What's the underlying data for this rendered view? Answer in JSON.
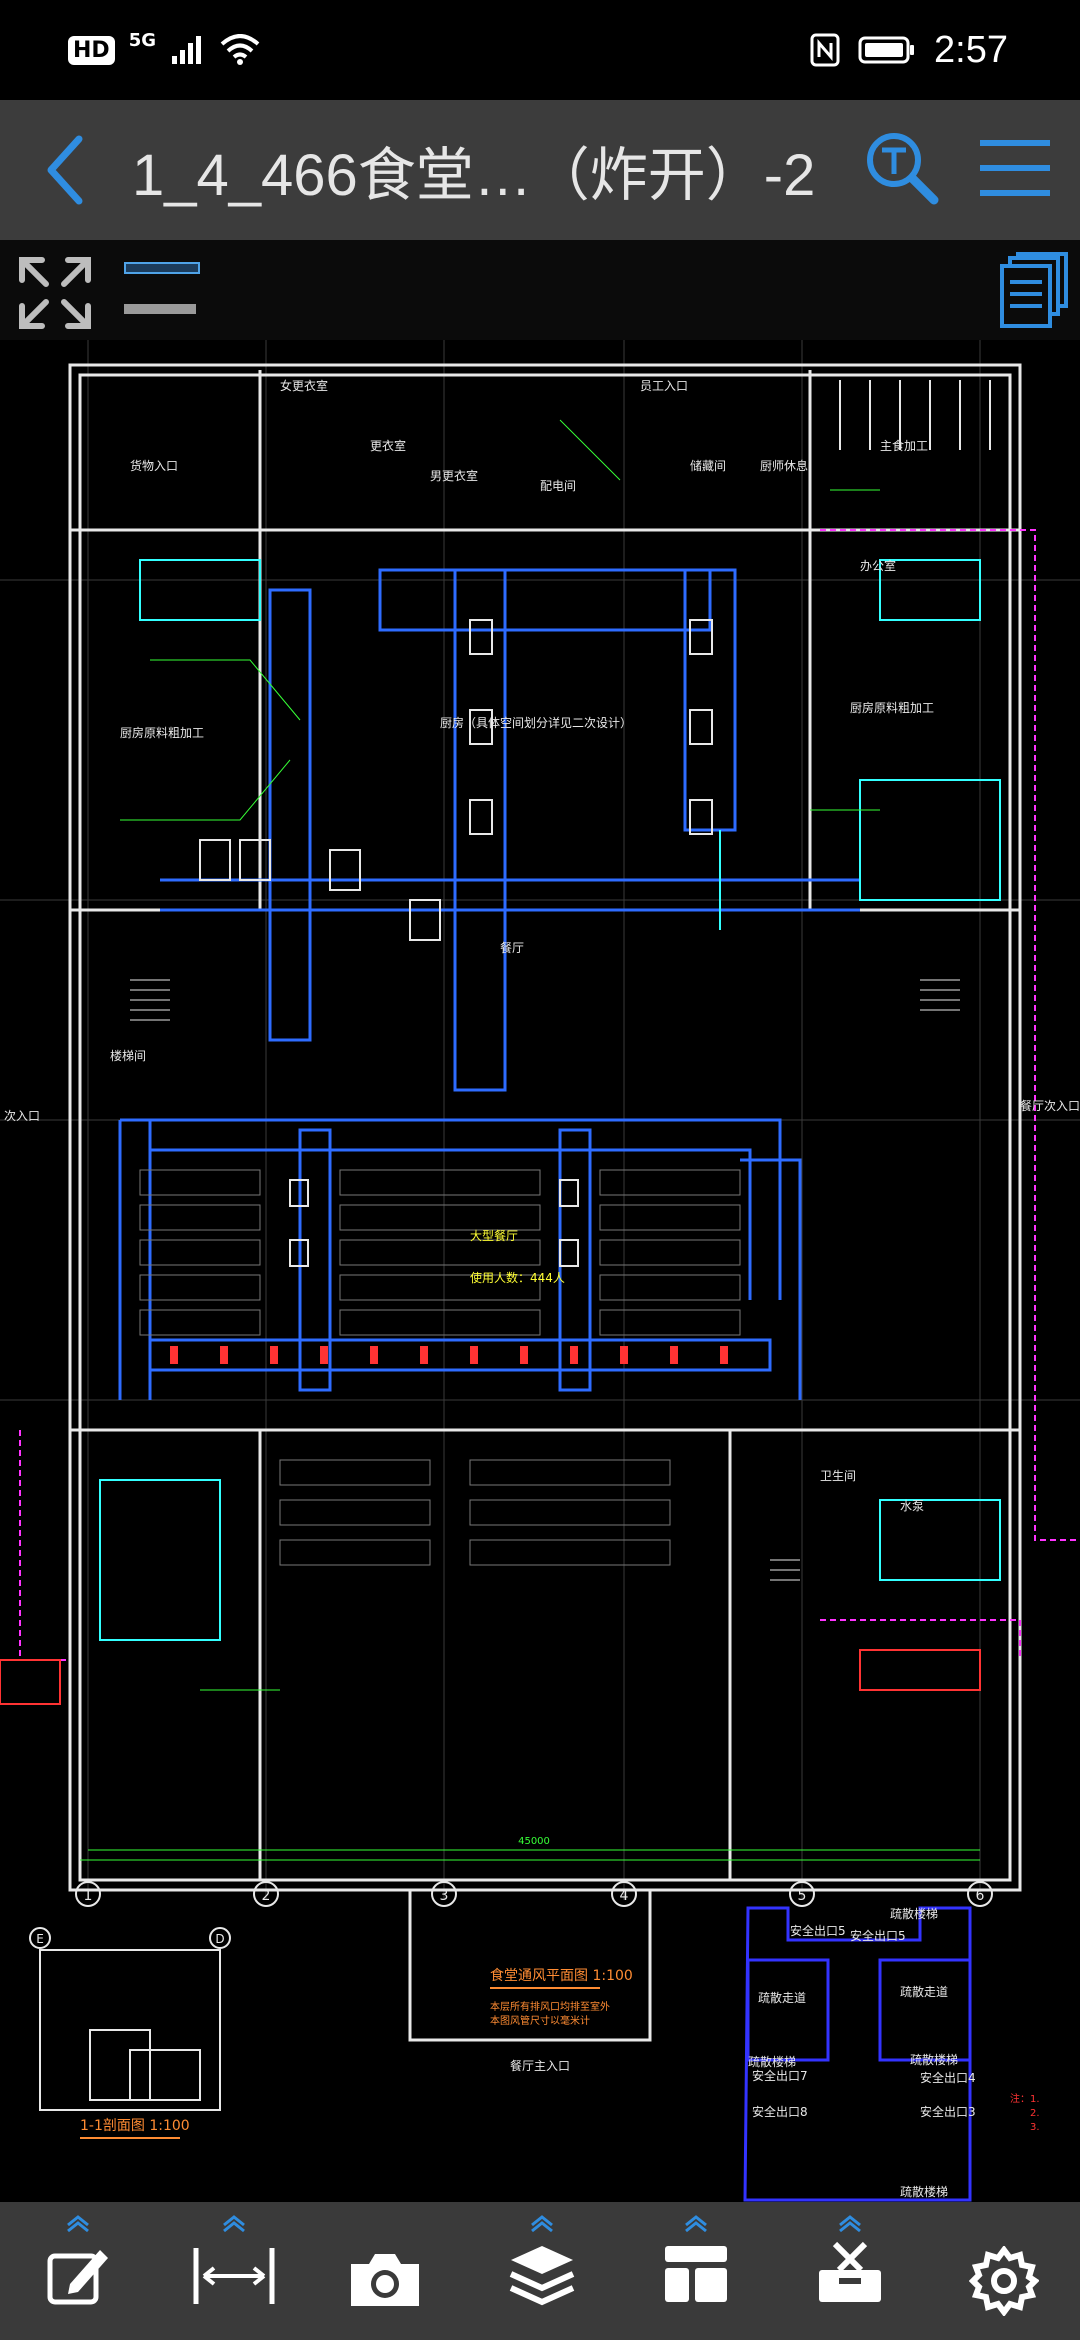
{
  "status_bar": {
    "hd": "HD",
    "network": "5G",
    "time": "2:57"
  },
  "title_bar": {
    "title": "1_4_466食堂…（炸开）-2",
    "icons": [
      "back-arrow-icon",
      "text-search-icon",
      "menu-icon"
    ]
  },
  "canvas_toolbar": {
    "icons": [
      "fullscreen-icon",
      "line-weight-icon",
      "layout-icon"
    ]
  },
  "drawing": {
    "rooms": [
      "厨房（具体空间划分详见二次设计）",
      "厨房原料粗加工",
      "厨房原料粗加工",
      "餐厅",
      "更衣室",
      "男更衣室",
      "女更衣室",
      "配电间",
      "水泵",
      "储藏间",
      "厨师休息",
      "办公室",
      "楼梯间",
      "卫生间",
      "主食加工"
    ],
    "entries": [
      "员工入口",
      "货物入口",
      "餐厅主入口",
      "餐厅次入口",
      "次入口"
    ],
    "seat_note_1": "大型餐厅",
    "seat_note_2": "使用人数：444人",
    "axis_numbers": [
      "1",
      "2",
      "3",
      "4",
      "5",
      "6"
    ],
    "axis_letters": [
      "E",
      "D"
    ],
    "plan_title": "食堂通风平面图 1:100",
    "plan_notes": [
      "本层所有排风口均排至室外",
      "本图风管尺寸以毫米计"
    ],
    "section_title": "1-1剖面图 1:100",
    "key_plan": {
      "exits": [
        "安全出口5",
        "安全出口5",
        "安全出口7",
        "安全出口8",
        "安全出口4",
        "安全出口3"
      ],
      "zones": [
        "疏散楼梯",
        "疏散走道",
        "疏散走道",
        "疏散楼梯",
        "疏散楼梯",
        "疏散楼梯"
      ],
      "notes": [
        "注：1.",
        "2.",
        "3."
      ]
    },
    "dim_total": "45000",
    "colors": {
      "wall": "#e8e8e8",
      "duct": "#2e6cff",
      "text_green": "#36ff36",
      "text_yellow": "#ffff33",
      "accent_magenta": "#ff33ff",
      "accent_red": "#ff3333",
      "cyan": "#33ffff"
    }
  },
  "bottom_bar": {
    "tools": [
      {
        "name": "edit-tool",
        "icon": "edit-icon",
        "has_caret": true
      },
      {
        "name": "measure-tool",
        "icon": "measure-icon",
        "has_caret": true
      },
      {
        "name": "camera-tool",
        "icon": "camera-icon",
        "has_caret": false
      },
      {
        "name": "layers-tool",
        "icon": "layers-icon",
        "has_caret": true
      },
      {
        "name": "layout-tool",
        "icon": "panel-layout-icon",
        "has_caret": true
      },
      {
        "name": "toolbox-tool",
        "icon": "toolbox-icon",
        "has_caret": true
      },
      {
        "name": "settings-tool",
        "icon": "gear-icon",
        "has_caret": false
      }
    ]
  }
}
